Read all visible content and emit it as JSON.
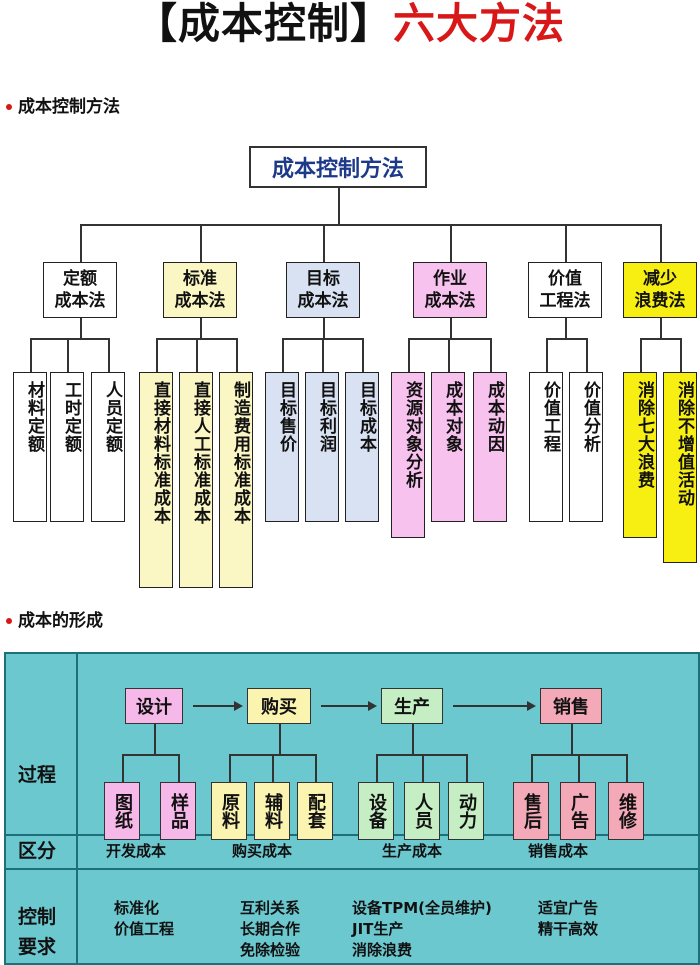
{
  "title": {
    "part1": "【成本控制】",
    "part2": "六大方法"
  },
  "section1": {
    "label": "成本控制方法"
  },
  "tree": {
    "root": "成本控制方法",
    "methods": [
      {
        "label": "定额\n成本法",
        "color": "#ffffff",
        "leaves": [
          "材料定额",
          "工时定额",
          "人员定额"
        ]
      },
      {
        "label": "标准\n成本法",
        "color": "#fbf7c4",
        "leaves": [
          "直接材料标准成本",
          "直接人工标准成本",
          "制造费用标准成本"
        ]
      },
      {
        "label": "目标\n成本法",
        "color": "#d9e2f2",
        "leaves": [
          "目标售价",
          "目标利润",
          "目标成本"
        ]
      },
      {
        "label": "作业\n成本法",
        "color": "#f8c2ef",
        "leaves": [
          "资源对象分析",
          "成本对象",
          "成本动因"
        ]
      },
      {
        "label": "价值\n工程法",
        "color": "#ffffff",
        "leaves": [
          "价值工程",
          "价值分析"
        ]
      },
      {
        "label": "减少\n浪费法",
        "color": "#f7ee12",
        "leaves": [
          "消除七大浪费",
          "消除不增值活动"
        ]
      }
    ]
  },
  "section2": {
    "label": "成本的形成"
  },
  "formation": {
    "row_labels": {
      "process": "过程",
      "category": "区分",
      "control": "控制\n要求"
    },
    "stages": [
      {
        "label": "设计",
        "leaves": [
          "图纸",
          "样品"
        ],
        "cost": "开发成本",
        "controls": "标准化\n价值工程"
      },
      {
        "label": "购买",
        "leaves": [
          "原料",
          "辅料",
          "配套"
        ],
        "cost": "购买成本",
        "controls": "互利关系\n长期合作\n免除检验"
      },
      {
        "label": "生产",
        "leaves": [
          "设备",
          "人员",
          "动力"
        ],
        "cost": "生产成本",
        "controls": "设备TPM(全员维护)\nJIT生产\n消除浪费"
      },
      {
        "label": "销售",
        "leaves": [
          "售后",
          "广告",
          "维修"
        ],
        "cost": "销售成本",
        "controls": "适宜广告\n精干高效"
      }
    ],
    "colors": {
      "stage_design": "#f6b8e8",
      "stage_buy": "#fbf3b0",
      "stage_produce": "#c6eec4",
      "stage_sell": "#f4a9b8",
      "panel": "#6cc8cf"
    }
  }
}
